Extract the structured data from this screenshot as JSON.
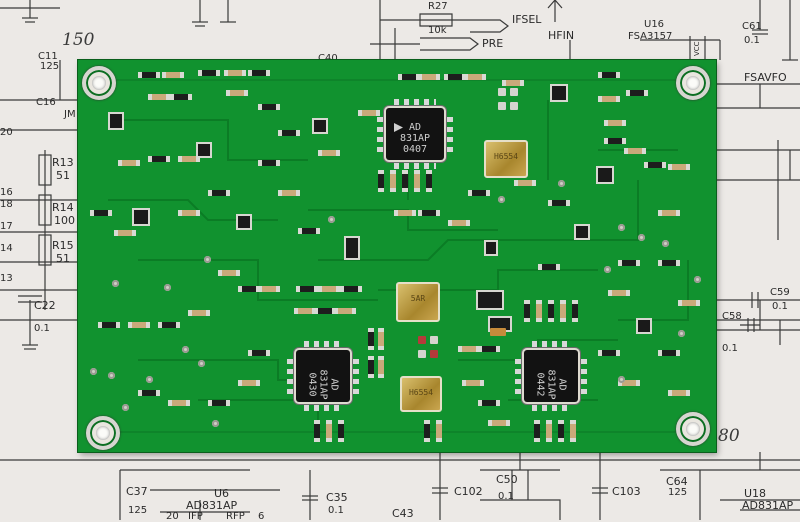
{
  "scene": {
    "colors": {
      "paper": "#ece9e6",
      "pcb_green": "#11922f",
      "trace_green": "#0b7a25",
      "ic_black": "#121212",
      "crystal_gold": "#c7a54a"
    }
  },
  "schematic": {
    "labels": {
      "r27": "R27",
      "r27_val": "10k",
      "ifsel": "IFSEL",
      "pre": "PRE",
      "hfin": "HFIN",
      "u16": "U16",
      "u16_part": "FSA3157",
      "c61": "C61",
      "c61_val": "0.1",
      "vcc": "VCC",
      "c40": "C40",
      "c11": "C11",
      "c11_val": "125",
      "hand_150": "150",
      "c16": "C16",
      "jm": "JM",
      "r13": "R13",
      "r13_val": "51",
      "r14": "R14",
      "r14_val": "100",
      "r15": "R15",
      "r15_val": "51",
      "c22": "C22",
      "c22_val": "0.1",
      "n20": "20",
      "n16": "16",
      "n18": "18",
      "n17": "17",
      "n14": "14",
      "n13": "13",
      "fsavfo": "FSAVFO",
      "c59": "C59",
      "c58": "C58",
      "c58_val": "0.1",
      "c59_val": "0.1",
      "c37": "C37",
      "c37_val": "125",
      "u6": "U6",
      "u6_part": "AD831AP",
      "ifp": "IFP",
      "rfp": "RFP",
      "c35": "C35",
      "c35_val": "0.1",
      "c43": "C43",
      "c102": "C102",
      "c50": "C50",
      "c50_val": "0.1",
      "c103": "C103",
      "c64": "C64",
      "c64_val": "125",
      "u18": "U18",
      "u18_part": "AD831AP",
      "hand_80": "80",
      "pin20": "20",
      "pin6": "6"
    }
  },
  "board": {
    "chips": {
      "u3": {
        "line1": "AD",
        "line2": "831AP",
        "line3": "0407"
      },
      "u6": {
        "line1": "AD",
        "line2": "831AP",
        "line3": "0430"
      },
      "u18": {
        "line1": "AD",
        "line2": "831AP",
        "line3": "0442"
      }
    },
    "crystals": {
      "top": {
        "text": "H6554"
      },
      "center": {
        "text": "5AR"
      },
      "bottom": {
        "text": "H6554"
      }
    }
  }
}
